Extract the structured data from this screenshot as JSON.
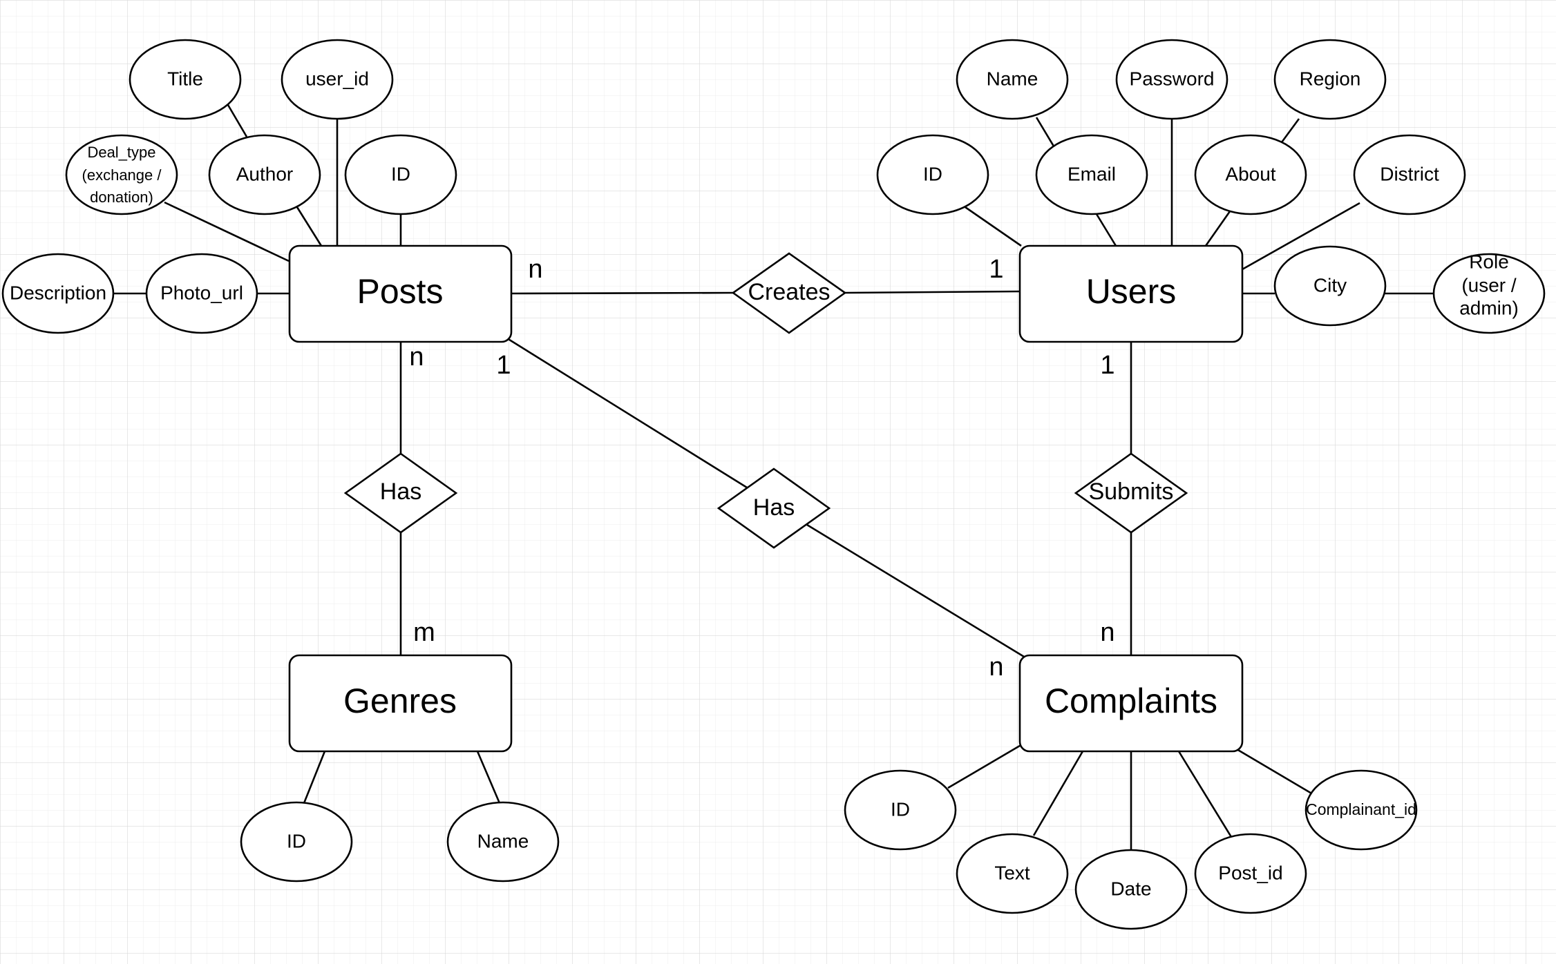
{
  "colors": {
    "background": "#ffffff",
    "grid_minor": "#ececec",
    "grid_major": "#d9d9d9",
    "stroke": "#000000",
    "text": "#000000"
  },
  "entities": {
    "posts": "Posts",
    "users": "Users",
    "genres": "Genres",
    "complaints": "Complaints"
  },
  "relationships": {
    "creates": "Creates",
    "posts_genres": "Has",
    "posts_complaints": "Has",
    "submits": "Submits"
  },
  "attributes": {
    "posts": {
      "title": "Title",
      "user_id": "user_id",
      "deal_type": [
        "Deal_type",
        "(exchange /",
        "donation)"
      ],
      "author": "Author",
      "id": "ID",
      "description": "Description",
      "photo_url": "Photo_url"
    },
    "users": {
      "name": "Name",
      "password": "Password",
      "region": "Region",
      "id": "ID",
      "email": "Email",
      "about": "About",
      "district": "District",
      "city": "City",
      "role": [
        "Role",
        "(user /",
        "admin)"
      ]
    },
    "genres": {
      "id": "ID",
      "name": "Name"
    },
    "complaints": {
      "id": "ID",
      "text": "Text",
      "date": "Date",
      "post_id": "Post_id",
      "complainant_id": "Complainant_id"
    }
  },
  "cardinalities": {
    "posts_creates": "n",
    "users_creates": "1",
    "posts_has_genres": "n",
    "genres_has_posts": "m",
    "posts_has_complaints": "1",
    "complaints_has_posts": "n",
    "users_submits": "1",
    "complaints_submits": "n"
  }
}
